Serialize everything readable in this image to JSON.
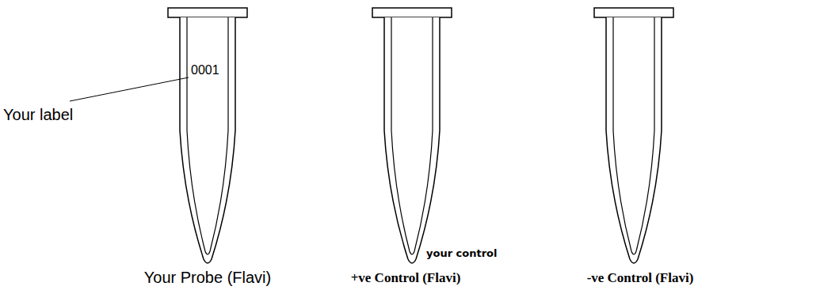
{
  "diagram": {
    "labels": [
      "0001",
      "Your label",
      "your control",
      "Your Probe (Flavi)",
      "+ve Control (Flavi)",
      "-ve Control (Flavi)"
    ]
  }
}
